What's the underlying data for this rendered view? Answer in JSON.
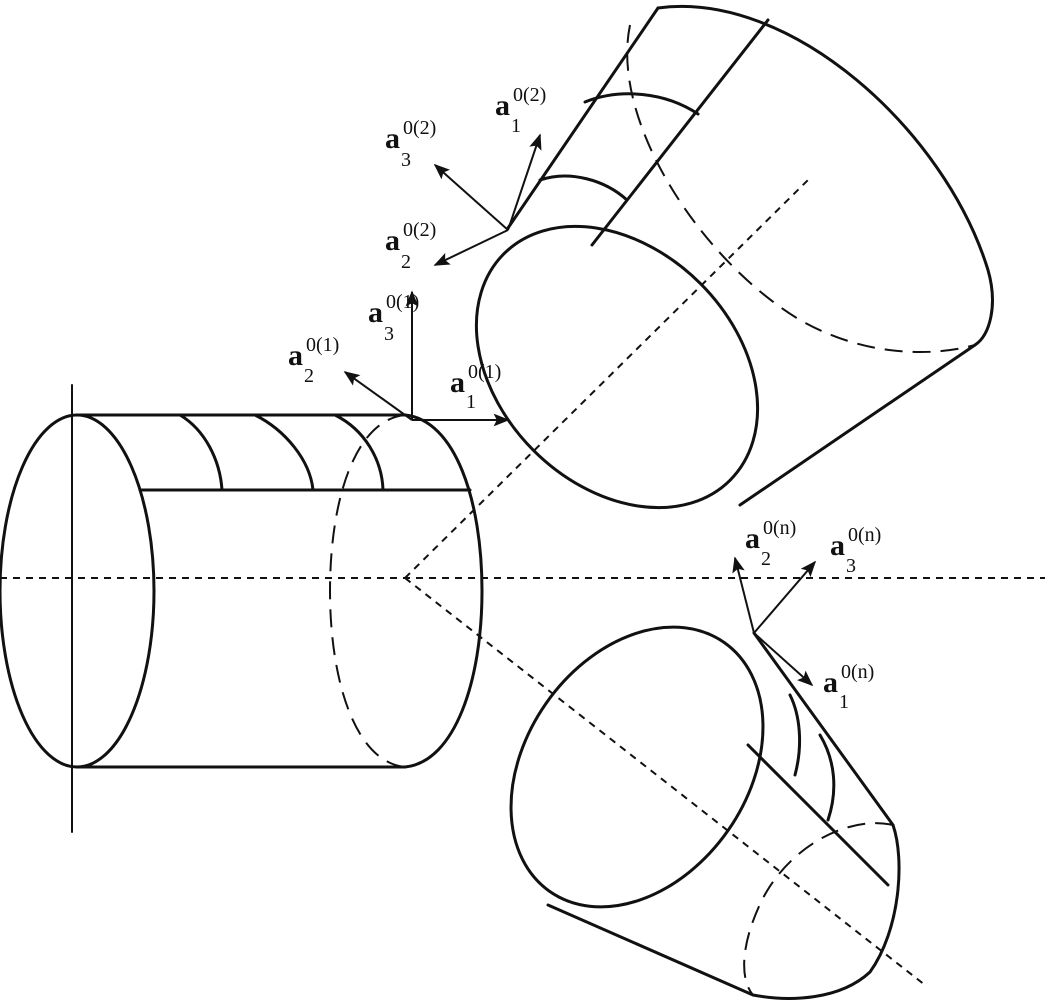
{
  "labels": {
    "c1_a1": {
      "base": "a",
      "sup": "0(1)",
      "sub": "1"
    },
    "c1_a2": {
      "base": "a",
      "sup": "0(1)",
      "sub": "2"
    },
    "c1_a3": {
      "base": "a",
      "sup": "0(1)",
      "sub": "3"
    },
    "c2_a1": {
      "base": "a",
      "sup": "0(2)",
      "sub": "1"
    },
    "c2_a2": {
      "base": "a",
      "sup": "0(2)",
      "sub": "2"
    },
    "c2_a3": {
      "base": "a",
      "sup": "0(2)",
      "sub": "3"
    },
    "cn_a1": {
      "base": "a",
      "sup": "0(n)",
      "sub": "1"
    },
    "cn_a2": {
      "base": "a",
      "sup": "0(n)",
      "sub": "2"
    },
    "cn_a3": {
      "base": "a",
      "sup": "0(n)",
      "sub": "3"
    }
  }
}
